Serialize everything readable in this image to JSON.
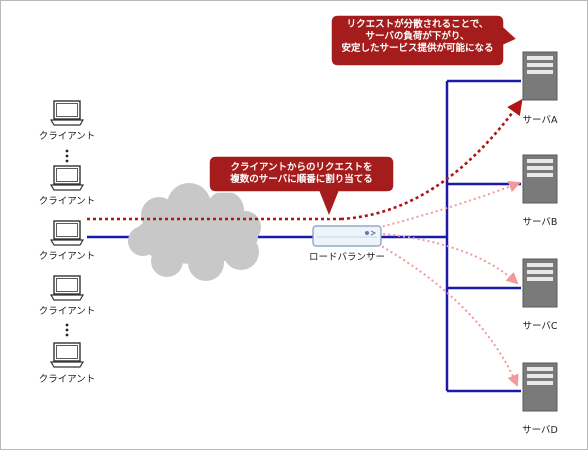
{
  "clients": [
    {
      "label": "クライアント"
    },
    {
      "label": "クライアント"
    },
    {
      "label": "クライアント"
    },
    {
      "label": "クライアント"
    },
    {
      "label": "クライアント"
    }
  ],
  "load_balancer": {
    "label": "ロードバランサー"
  },
  "servers": [
    {
      "label": "サーバA"
    },
    {
      "label": "サーバB"
    },
    {
      "label": "サーバC"
    },
    {
      "label": "サーバD"
    }
  ],
  "callouts": {
    "distribution": {
      "line1": "クライアントからのリクエストを",
      "line2": "複数のサーバに順番に割り当てる"
    },
    "stability": {
      "line1": "リクエストが分散されることで、",
      "line2": "サーバの負荷が下がり、",
      "line3": "安定したサービス提供が可能になる"
    }
  },
  "colors": {
    "network_line": "#1a1aa8",
    "active_request": "#b01414",
    "distributed_request": "#f29a9a",
    "callout_fill": "#a51c1c",
    "cloud": "#c8c8c8"
  }
}
